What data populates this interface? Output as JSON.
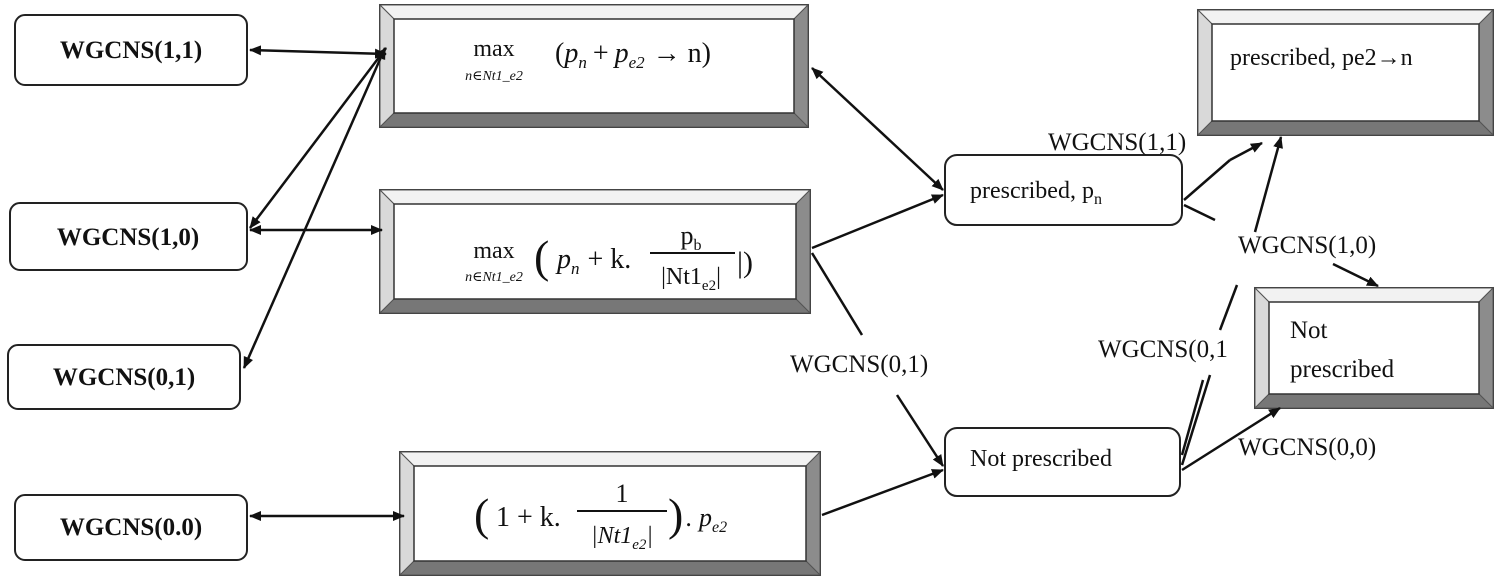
{
  "inputs": {
    "wg11": "WGCNS(1,1)",
    "wg10": "WGCNS(1,0)",
    "wg01": "WGCNS(0,1)",
    "wg00": "WGCNS(0.0)"
  },
  "formulas": {
    "f1": {
      "op": "max",
      "sub": "n∈Nt1_e2",
      "expr_open": "(",
      "pn": "p",
      "pn_sub": "n",
      "plus": "+",
      "pe": "p",
      "pe_sub": "e2",
      "tail": "→ n)"
    },
    "f2": {
      "op": "max",
      "sub": "n∈Nt1_e2",
      "pn": "p",
      "pn_sub": "n",
      "plus_k": "+ k.",
      "num": "p",
      "num_sub": "b",
      "den": "|Nt1",
      "den_sub": "e2",
      "den_close": "|",
      "close": "|)"
    },
    "f3": {
      "lead": "1 + k.",
      "num": "1",
      "den": "|Nt1",
      "den_sub": "e2",
      "den_close": "|",
      "trail": ". p",
      "trail_sub": "e2"
    }
  },
  "middle": {
    "prescribed_pn": "prescribed, p",
    "prescribed_pn_sub": "n",
    "not_prescribed": "Not prescribed"
  },
  "outputs": {
    "prescribed_pe2": "prescribed, pe2→n",
    "not_prescribed_line1": "Not",
    "not_prescribed_line2": "prescribed"
  },
  "edge_labels": {
    "wg01": "WGCNS(0,1)",
    "wg11": "WGCNS(1,1)",
    "wg10": "WGCNS(1,0)",
    "wg01b": "WGCNS(0,1",
    "wg00": "WGCNS(0,0)"
  }
}
